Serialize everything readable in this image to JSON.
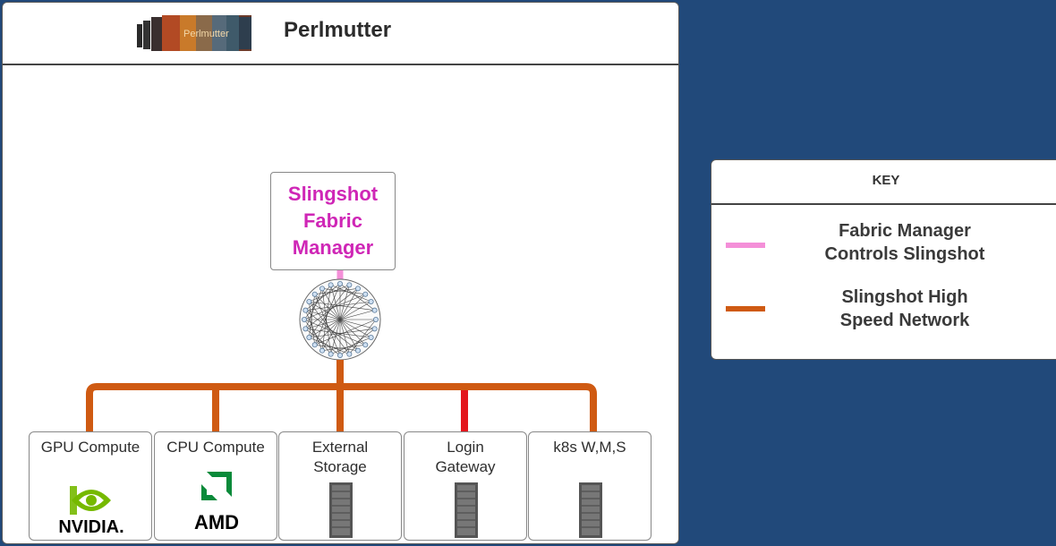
{
  "panel": {
    "title": "Perlmutter",
    "logo_text": "Perlmutter"
  },
  "fabric_manager": {
    "label": "Slingshot\nFabric\nManager"
  },
  "nodes": [
    {
      "label": "GPU Compute",
      "icon": "nvidia-logo-icon",
      "logo_text": "NVIDIA."
    },
    {
      "label": "CPU Compute",
      "icon": "amd-logo-icon",
      "logo_text": "AMD"
    },
    {
      "label": "External\nStorage",
      "icon": "server-icon"
    },
    {
      "label": "Login\nGateway",
      "icon": "server-icon"
    },
    {
      "label": "k8s W,M,S",
      "icon": "server-icon"
    }
  ],
  "key": {
    "title": "KEY",
    "items": [
      {
        "label": "Fabric Manager\nControls Slingshot",
        "color": "#f48fd8"
      },
      {
        "label": "Slingshot High\nSpeed Network",
        "color": "#cf5a12"
      }
    ]
  },
  "colors": {
    "background": "#21497a",
    "network": "#cf5a12",
    "login_link": "#e3161d",
    "fabric_link": "#f48fd8",
    "fabric_label": "#cf26b6"
  }
}
